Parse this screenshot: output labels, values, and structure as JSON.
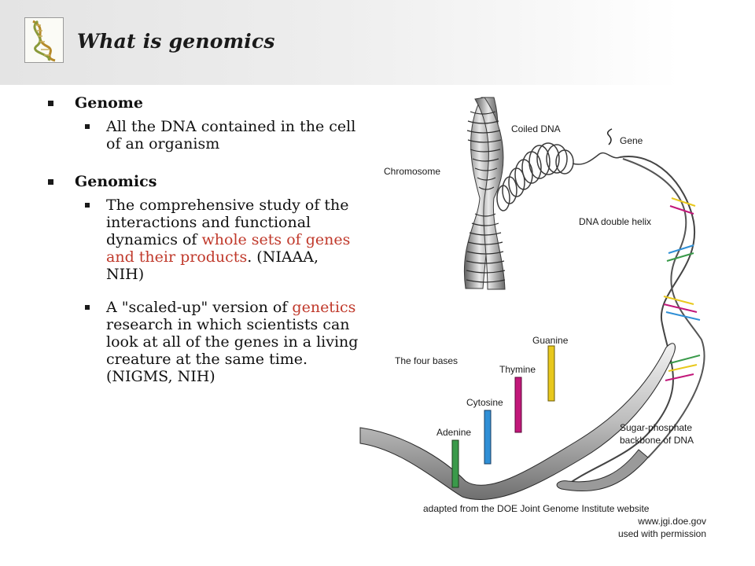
{
  "slide": {
    "title": "What is genomics"
  },
  "content": {
    "genome": {
      "heading": "Genome",
      "definition": "All the DNA contained in the cell of an organism"
    },
    "genomics": {
      "heading": "Genomics",
      "def1": {
        "pre": "The comprehensive study of the interactions and functional dynamics of ",
        "highlight": "whole sets of genes and their products",
        "post": ". (NIAAA, NIH)"
      },
      "def2": {
        "pre": "A \"scaled-up\" version of ",
        "highlight": "genetics",
        "post": " research in which scientists can look at all of the genes in a living creature at the same time. (NIGMS, NIH)"
      }
    }
  },
  "diagram": {
    "labels": {
      "chromosome": "Chromosome",
      "coiled_dna": "Coiled DNA",
      "gene": "Gene",
      "double_helix": "DNA double helix",
      "four_bases": "The four bases",
      "guanine": "Guanine",
      "thymine": "Thymine",
      "cytosine": "Cytosine",
      "adenine": "Adenine",
      "backbone_line1": "Sugar-phosphate",
      "backbone_line2": "backbone of DNA"
    },
    "credit": {
      "line1": "adapted from the DOE Joint Genome Institute website",
      "line2": "www.jgi.doe.gov",
      "line3": "used with permission"
    },
    "base_colors": {
      "adenine": "#3a9a4a",
      "cytosine": "#2f8fd6",
      "thymine": "#c2187a",
      "guanine": "#e8c81c"
    }
  },
  "colors": {
    "highlight": "#c0392b",
    "header_band": "#e4e4e4"
  }
}
